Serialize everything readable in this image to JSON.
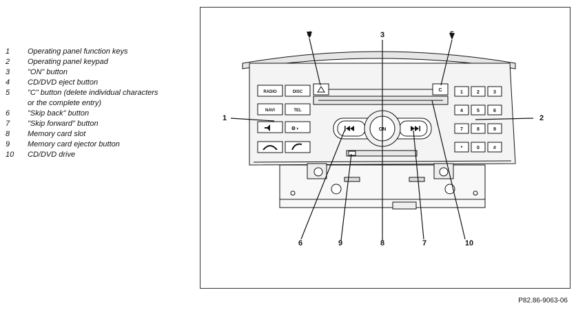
{
  "legend": [
    {
      "num": "1",
      "text": "Operating panel function keys"
    },
    {
      "num": "2",
      "text": "Operating panel keypad"
    },
    {
      "num": "3",
      "text": "\"ON\" button"
    },
    {
      "num": "4",
      "text": "CD/DVD eject button"
    },
    {
      "num": "5",
      "text": "\"C\" button (delete individual characters\nor the complete entry)"
    },
    {
      "num": "6",
      "text": "\"Skip back\" button"
    },
    {
      "num": "7",
      "text": "\"Skip forward\" button"
    },
    {
      "num": "8",
      "text": "Memory card slot"
    },
    {
      "num": "9",
      "text": "Memory card ejector button"
    },
    {
      "num": "10",
      "text": "CD/DVD drive"
    }
  ],
  "callouts": [
    "1",
    "2",
    "3",
    "4",
    "5",
    "6",
    "7",
    "8",
    "9",
    "10"
  ],
  "keys": {
    "radio": "RADIO",
    "disc": "DISC",
    "navi": "NAVI",
    "tel": "TEL",
    "c": "C",
    "on": "ON",
    "keypad": [
      "1",
      "2",
      "3",
      "4",
      "5",
      "6",
      "7",
      "8",
      "9",
      "*",
      "0",
      "#"
    ]
  },
  "figure_code": "P82.86-9063-06"
}
